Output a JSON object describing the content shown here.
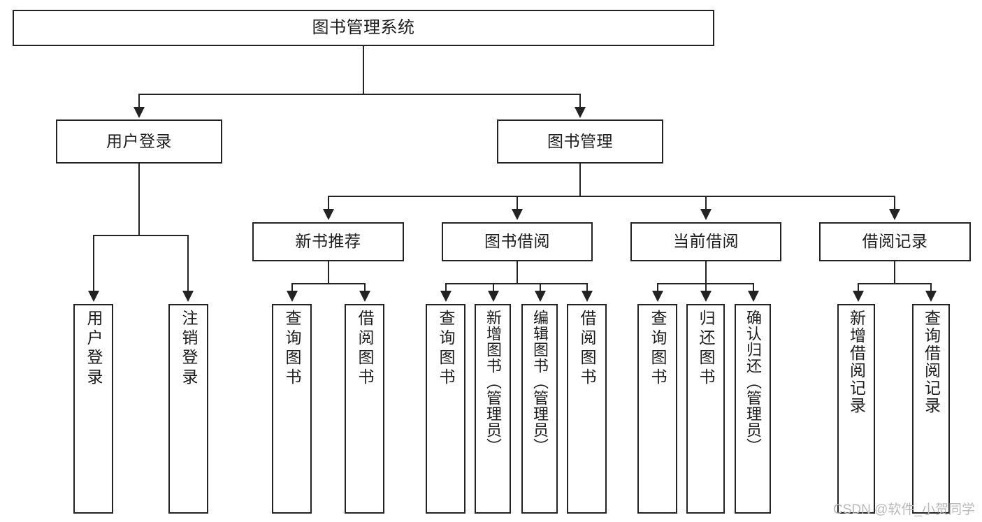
{
  "diagram": {
    "title": "图书管理系统",
    "type": "tree",
    "watermark": "CSDN @软件_小贺同学",
    "colors": {
      "background": "#ffffff",
      "box_border": "#232323",
      "box_fill": "#ffffff",
      "text": "#1c1c1c",
      "connector": "#232323",
      "watermark": "#b9b9b9"
    },
    "root": {
      "label": "图书管理系统"
    },
    "level1": [
      {
        "label": "用户登录"
      },
      {
        "label": "图书管理"
      }
    ],
    "level2": [
      {
        "label": "新书推荐"
      },
      {
        "label": "图书借阅"
      },
      {
        "label": "当前借阅"
      },
      {
        "label": "借阅记录"
      }
    ],
    "leaves": {
      "user_login": [
        {
          "label": "用户登录"
        },
        {
          "label": "注销登录"
        }
      ],
      "new_book_recommend": [
        {
          "label": "查询图书"
        },
        {
          "label": "借阅图书"
        }
      ],
      "book_borrow": [
        {
          "label": "查询图书"
        },
        {
          "label": "新增图书（管理员）"
        },
        {
          "label": "编辑图书（管理员）"
        },
        {
          "label": "借阅图书"
        }
      ],
      "current_borrow": [
        {
          "label": "查询图书"
        },
        {
          "label": "归还图书"
        },
        {
          "label": "确认归还（管理员）"
        }
      ],
      "borrow_records": [
        {
          "label": "新增借阅记录"
        },
        {
          "label": "查询借阅记录"
        }
      ]
    }
  }
}
